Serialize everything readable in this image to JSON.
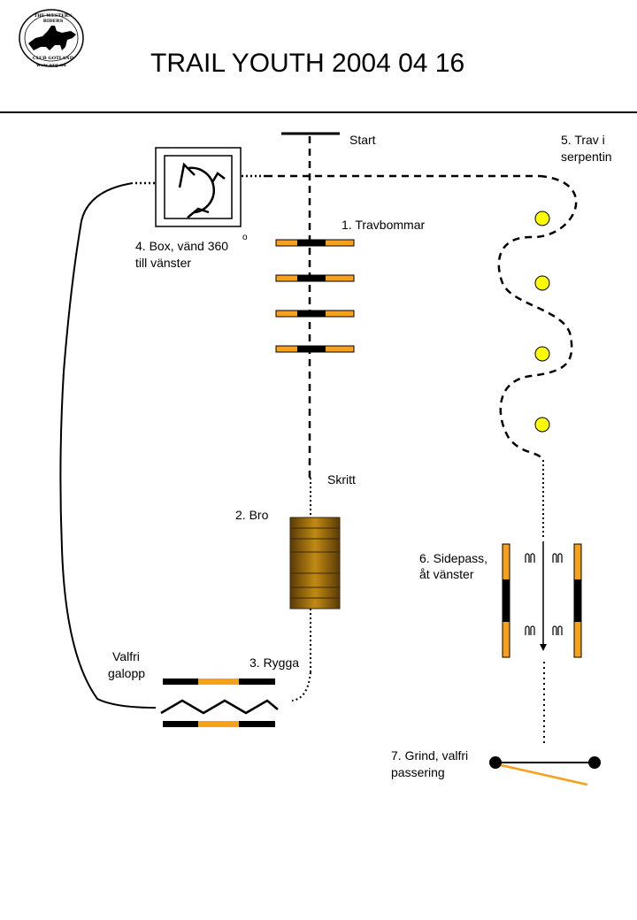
{
  "header": {
    "title": "TRAIL YOUTH 2004 04 16",
    "logo": {
      "top_text": "THE WESTERN RIDERS",
      "bottom_text": "CLUB GOTLAND",
      "url": "www.wrg.nu"
    }
  },
  "labels": {
    "start": "Start",
    "trav_line1": "5. Trav i",
    "trav_line2": "serpentin",
    "travbommar": "1. Travbommar",
    "box_line1": "4. Box, vänd 360",
    "box_degree": "o",
    "box_line2": "till vänster",
    "skritt": "Skritt",
    "bro": "2. Bro",
    "sidepass_line1": "6. Sidepass,",
    "sidepass_line2": "åt vänster",
    "valfri_line1": "Valfri",
    "valfri_line2": "galopp",
    "rygga": "3. Rygga",
    "grind_line1": "7. Grind, valfri",
    "grind_line2": "passering"
  },
  "colors": {
    "orange": "#F7A11A",
    "black": "#000000",
    "yellow": "#FFFF00",
    "bridge_brown": "#6B4A0E",
    "bridge_light": "#B07A10"
  },
  "icons": {
    "rotate": "rotate-arrows-icon",
    "hoof": "hoof-print-icon",
    "gate_hinge": "gate-post-icon"
  }
}
